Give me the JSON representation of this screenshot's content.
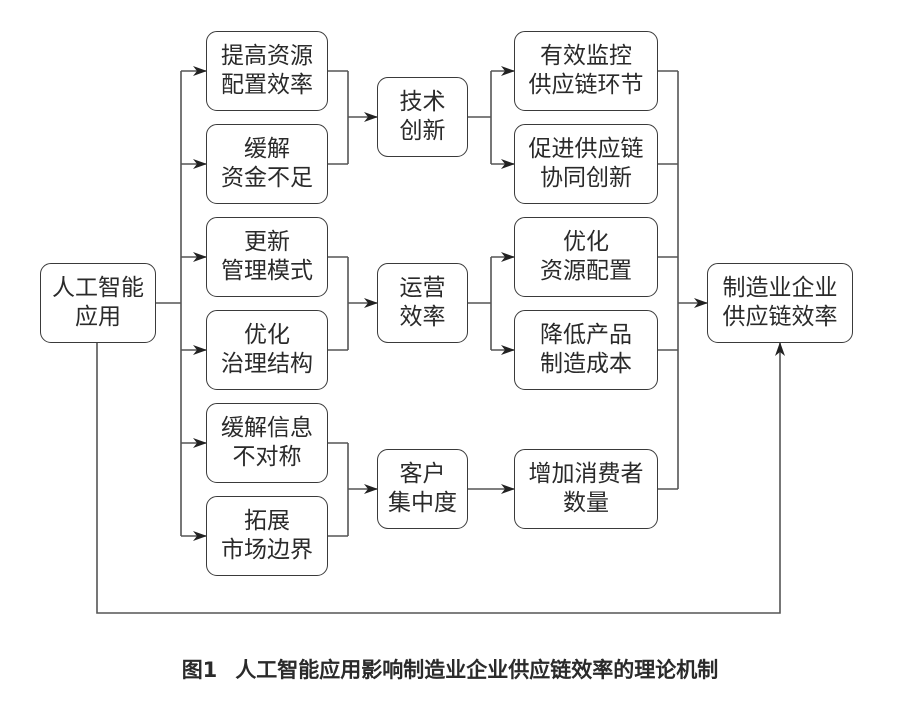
{
  "diagram": {
    "source": {
      "id": "ai",
      "lines": [
        "人工智能",
        "应用"
      ]
    },
    "level1": [
      {
        "id": "l1_0",
        "lines": [
          "提高资源",
          "配置效率"
        ]
      },
      {
        "id": "l1_1",
        "lines": [
          "缓解",
          "资金不足"
        ]
      },
      {
        "id": "l1_2",
        "lines": [
          "更新",
          "管理模式"
        ]
      },
      {
        "id": "l1_3",
        "lines": [
          "优化",
          "治理结构"
        ]
      },
      {
        "id": "l1_4",
        "lines": [
          "缓解信息",
          "不对称"
        ]
      },
      {
        "id": "l1_5",
        "lines": [
          "拓展",
          "市场边界"
        ]
      }
    ],
    "mediators": [
      {
        "id": "m0",
        "lines": [
          "技术",
          "创新"
        ]
      },
      {
        "id": "m1",
        "lines": [
          "运营",
          "效率"
        ]
      },
      {
        "id": "m2",
        "lines": [
          "客户",
          "集中度"
        ]
      }
    ],
    "level3": [
      {
        "id": "l3_0",
        "lines": [
          "有效监控",
          "供应链环节"
        ]
      },
      {
        "id": "l3_1",
        "lines": [
          "促进供应链",
          "协同创新"
        ]
      },
      {
        "id": "l3_2",
        "lines": [
          "优化",
          "资源配置"
        ]
      },
      {
        "id": "l3_3",
        "lines": [
          "降低产品",
          "制造成本"
        ]
      },
      {
        "id": "l3_4",
        "lines": [
          "增加消费者",
          "数量"
        ]
      }
    ],
    "target": {
      "id": "target",
      "lines": [
        "制造业企业",
        "供应链效率"
      ]
    },
    "edges": [
      {
        "from": "ai",
        "to": [
          "l1_0",
          "l1_1",
          "l1_2",
          "l1_3",
          "l1_4",
          "l1_5"
        ],
        "type": "fan-out"
      },
      {
        "from": [
          "l1_0",
          "l1_1"
        ],
        "to": "m0",
        "type": "merge"
      },
      {
        "from": [
          "l1_2",
          "l1_3"
        ],
        "to": "m1",
        "type": "merge"
      },
      {
        "from": [
          "l1_4",
          "l1_5"
        ],
        "to": "m2",
        "type": "merge"
      },
      {
        "from": "m0",
        "to": [
          "l3_0",
          "l3_1"
        ],
        "type": "fan-out"
      },
      {
        "from": "m1",
        "to": [
          "l3_2",
          "l3_3"
        ],
        "type": "fan-out"
      },
      {
        "from": "m2",
        "to": [
          "l3_4"
        ],
        "type": "direct"
      },
      {
        "from": [
          "l3_0",
          "l3_1",
          "l3_2",
          "l3_3",
          "l3_4"
        ],
        "to": "target",
        "type": "merge"
      },
      {
        "from": "ai",
        "to": "target",
        "type": "direct-loop"
      }
    ]
  },
  "caption": {
    "number": "图1",
    "title": "人工智能应用影响制造业企业供应链效率的理论机制"
  }
}
